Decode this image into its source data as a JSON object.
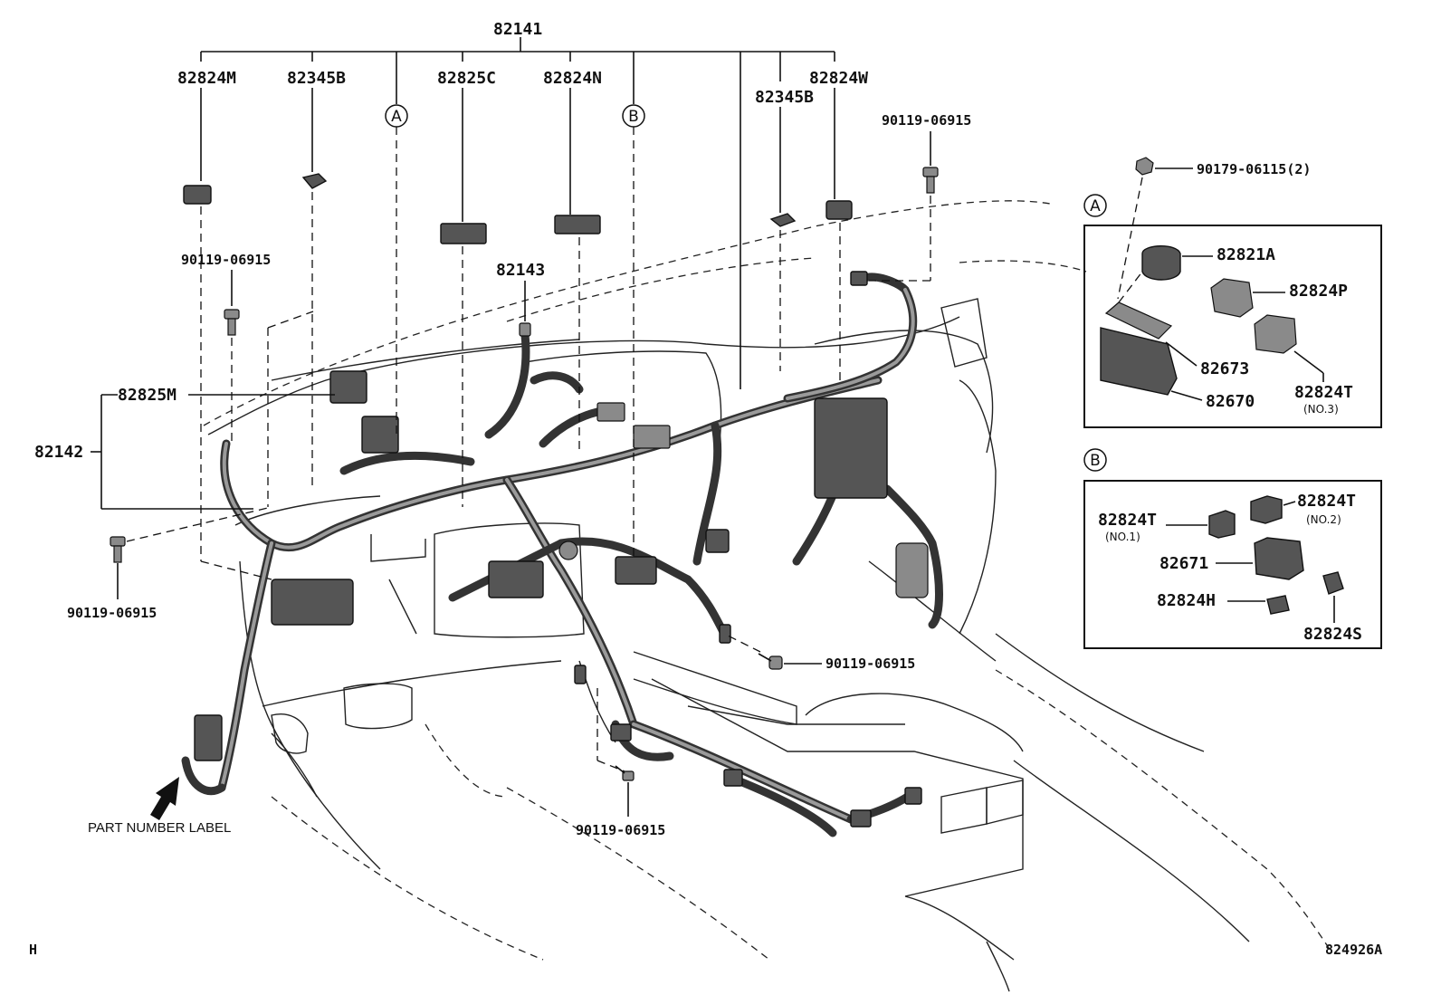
{
  "title_part": "82141",
  "labels": {
    "l_82824M": "82824M",
    "l_82345B_1": "82345B",
    "l_82825C": "82825C",
    "l_82824N": "82824N",
    "l_82345B_2": "82345B",
    "l_82824W": "82824W",
    "l_90119_tr": "90119-06915",
    "l_90119_tl": "90119-06915",
    "l_82143": "82143",
    "l_82825M": "82825M",
    "l_82142": "82142",
    "l_90119_bl": "90119-06915",
    "l_90119_mid": "90119-06915",
    "l_90119_bot": "90119-06915",
    "part_number_label": "PART NUMBER LABEL",
    "l_90179": "90179-06115(2)"
  },
  "callouts": {
    "a": "A",
    "b": "B"
  },
  "inset_a": {
    "p1": "82821A",
    "p2": "82824P",
    "p3": "82673",
    "p4": "82824T",
    "p4_note": "(NO.3)",
    "p5": "82670"
  },
  "inset_b": {
    "p1": "82824T",
    "p1_note": "(NO.1)",
    "p2": "82824T",
    "p2_note": "(NO.2)",
    "p3": "82671",
    "p4": "82824H",
    "p5": "82824S"
  },
  "footer": {
    "left": "H",
    "right": "824926A"
  }
}
